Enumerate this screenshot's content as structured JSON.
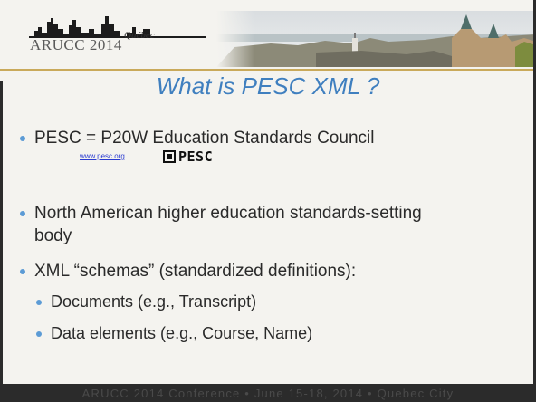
{
  "header": {
    "logo_text": "ARUCC 2014",
    "logo_script": "Québec"
  },
  "title": "What is PESC XML ?",
  "bullets": [
    {
      "line1": "PESC = P20W Education Standards Council"
    },
    {
      "line1": "North American higher education standards-setting",
      "line2": "body"
    },
    {
      "line1": "XML “schemas” (standardized definitions):"
    }
  ],
  "sub_bullets": [
    "Documents (e.g., Transcript)",
    "Data elements (e.g., Course, Name)"
  ],
  "link_text": "www.pesc.org",
  "pesc_logo_text": "PESC",
  "footer": "ARUCC 2014 Conference • June 15-18, 2014 • Quebec City",
  "colors": {
    "title": "#3f7fbf",
    "bullet": "#5c9bd5",
    "accent": "#c9a95a",
    "frame": "#2b2b2b"
  }
}
